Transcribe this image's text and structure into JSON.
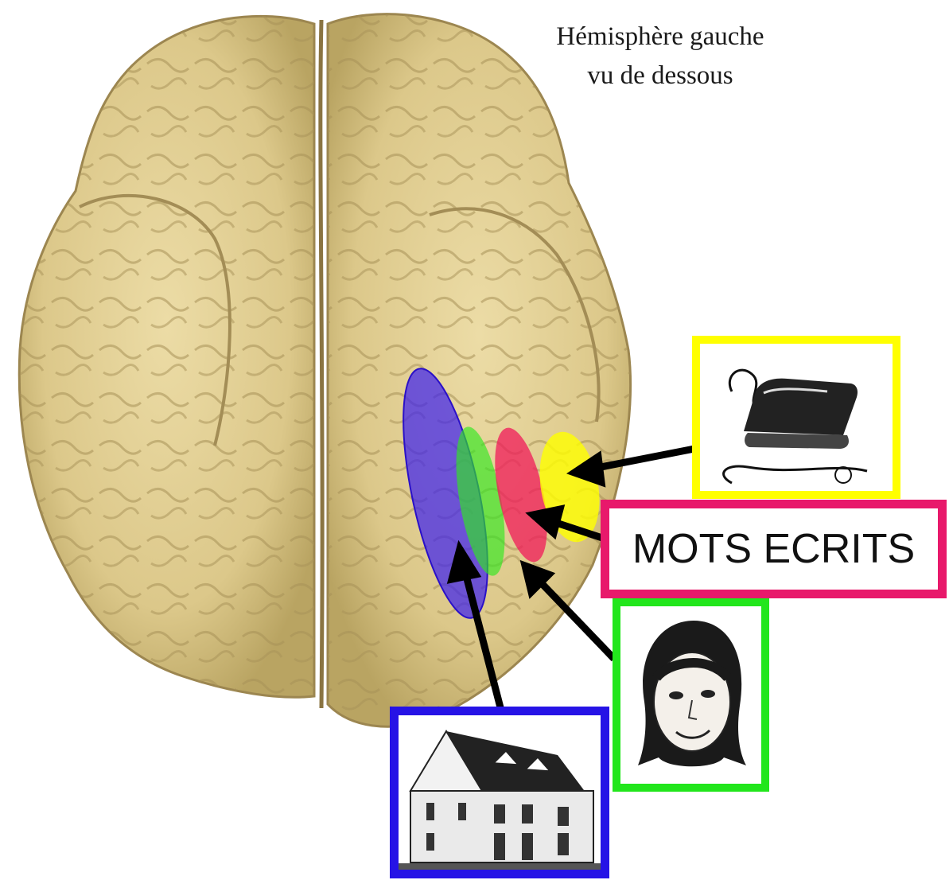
{
  "caption": {
    "line1": "Hémisphère gauche",
    "line2": "vu de dessous"
  },
  "regions": [
    {
      "id": "houses",
      "color": "#3a1ef0"
    },
    {
      "id": "faces",
      "color": "#2fe81f"
    },
    {
      "id": "written-words",
      "color": "#f01a5a"
    },
    {
      "id": "objects",
      "color": "#ffff00"
    }
  ],
  "panels": {
    "objects": {
      "image": "iron-icon",
      "color": "#ffff00"
    },
    "written_words": {
      "label": "MOTS ECRITS",
      "color": "#e8196b"
    },
    "faces": {
      "image": "face-icon",
      "color": "#22e61c"
    },
    "houses": {
      "image": "house-icon",
      "color": "#2613e6"
    }
  },
  "brain": {
    "fill": "#e6d59b",
    "shadow": "#b8a46a"
  }
}
